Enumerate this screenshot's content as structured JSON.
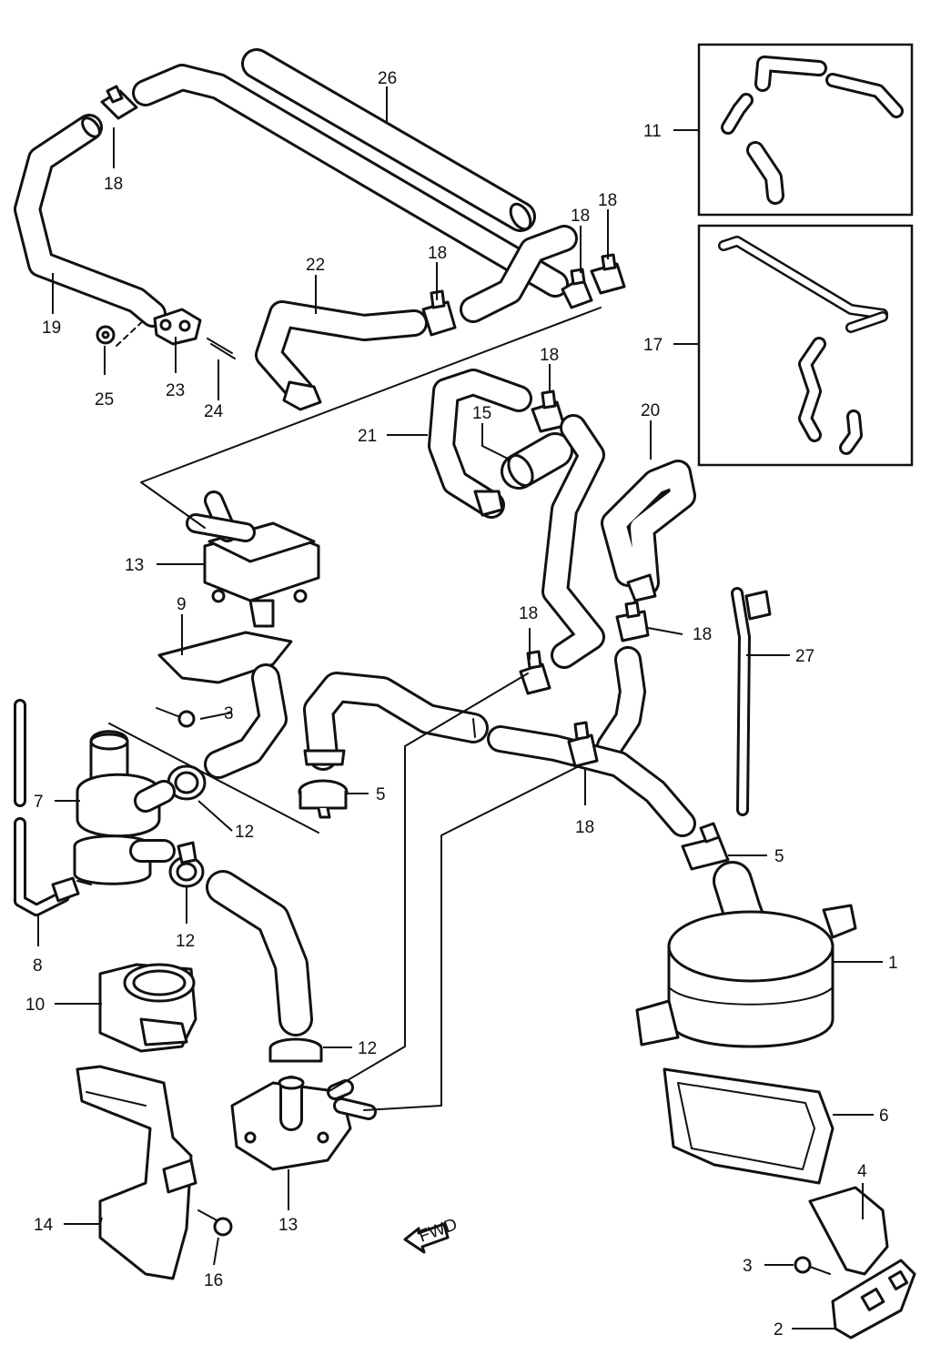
{
  "callouts": {
    "c1": "1",
    "c2": "2",
    "c3a": "3",
    "c3b": "3",
    "c4": "4",
    "c5a": "5",
    "c5b": "5",
    "c6": "6",
    "c7": "7",
    "c8": "8",
    "c9": "9",
    "c10": "10",
    "c11": "11",
    "c12a": "12",
    "c12b": "12",
    "c12c": "12",
    "c13a": "13",
    "c13b": "13",
    "c14": "14",
    "c15": "15",
    "c16": "16",
    "c17": "17",
    "c18a": "18",
    "c18b": "18",
    "c18c": "18",
    "c18d": "18",
    "c18e": "18",
    "c18f": "18",
    "c18g": "18",
    "c18h": "18",
    "c19": "19",
    "c20": "20",
    "c21": "21",
    "c22": "22",
    "c23": "23",
    "c24": "24",
    "c25": "25",
    "c26": "26",
    "c27": "27"
  },
  "direction_arrow": {
    "icon": "front-direction-arrow-icon",
    "text": "FWD"
  },
  "colors": {
    "line": "#111111",
    "paper": "#ffffff"
  }
}
